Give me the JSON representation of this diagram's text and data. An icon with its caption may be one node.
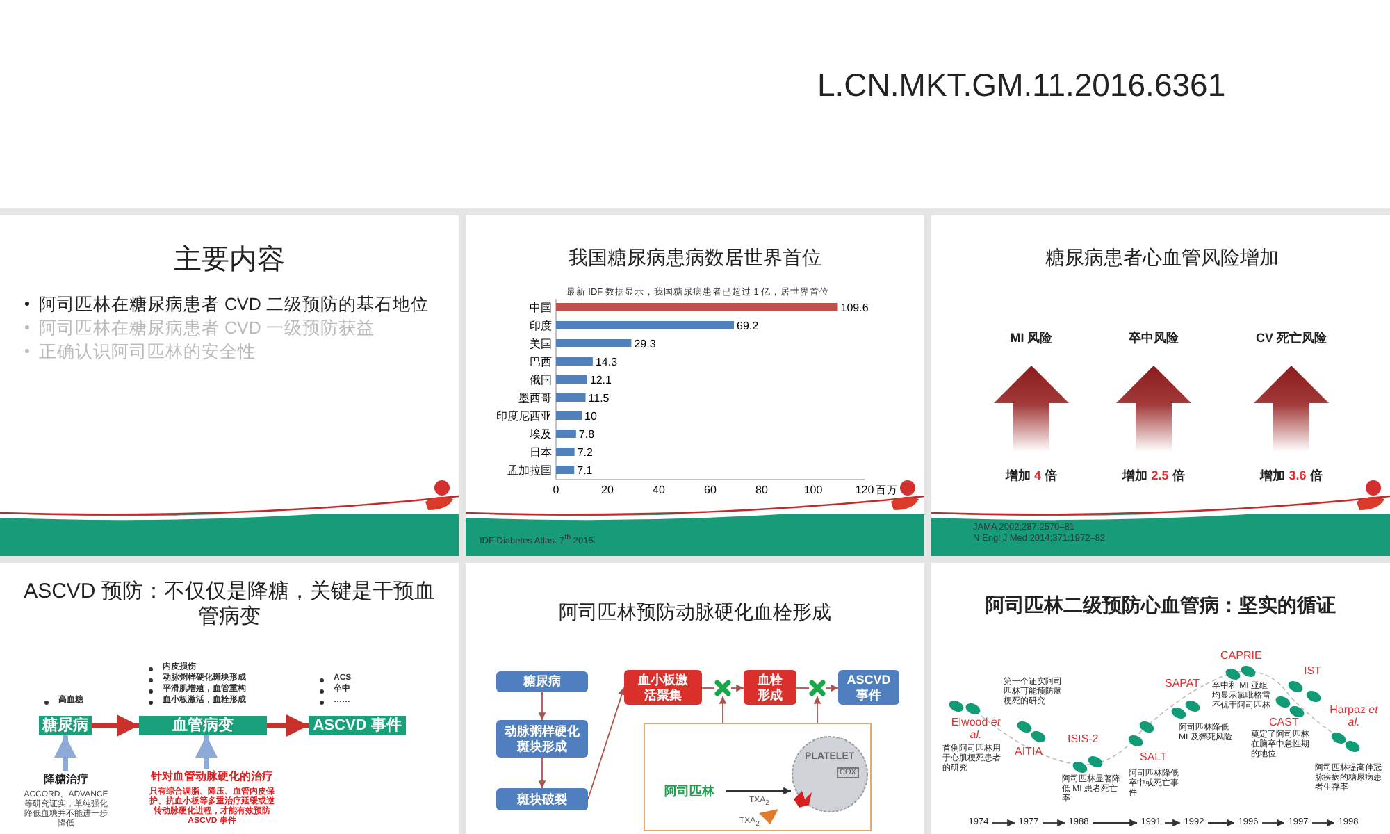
{
  "diagram": {
    "nodes": [
      {
        "text": [
          "L.CN.MKT.GM.11.2016.6361"
        ]
      },
      {
        "text": [
          "主要内容",
          "阿司匹林在糖尿病患者 CVD 二级预防的基石地位",
          "阿司匹林在糖尿病患者 CVD 一级预防获益",
          "正确认识阿司匹林的安全性"
        ]
      },
      {
        "text": [
          "我国糖尿病患病数居世界首位",
          "IDF Diabetes Atlas. 7$^{th}$ 2015."
        ]
      },
      {
        "text": [
          "糖尿病患者心血管风险增加",
          "MI 风险",
          "卒中风险",
          "CV 死亡风险",
          "增加 **4** 倍",
          "增加 **2.5** 倍",
          "增加 **3.6** 倍",
          "JAMA 2002;287:2570–81",
          "N Engl J Med 2014;371:1972–82"
        ]
      },
      {
        "text": [
          "ASCVD 预防：不仅仅是降糖，关键是干预血管病变"
        ]
      },
      {
        "text": [
          "糖尿病"
        ],
        "in": 4,
        "beside": [
          "高血糖"
        ]
      },
      {
        "text": [
          "血管病变"
        ],
        "in": 4,
        "beside": [
          "内皮损伤",
          "动脉粥样硬化斑块形成",
          "平滑肌增殖，血管重构",
          "血小板激活，血栓形成"
        ]
      },
      {
        "text": [
          "ASCVD 事件"
        ],
        "in": 4,
        "beside": [
          "ACS",
          "卒中",
          "……"
        ]
      },
      {
        "text": [
          "降糖治疗",
          "ACCORD、ADVANCE 等研究证实，单纯强化降低血糖并不能进一步降低"
        ],
        "in": 4
      },
      {
        "text": [
          "针对血管动脉硬化的治疗",
          "只有综合调脂、降压、血管内皮保护、抗血小板等多重治疗延缓或逆转动脉硬化进程，才能有效预防 ASCVD 事件"
        ],
        "in": 4
      },
      {
        "text": [
          "阿司匹林预防动脉硬化血栓形成"
        ]
      },
      {
        "text": [
          "糖尿病"
        ],
        "in": 10
      },
      {
        "text": [
          "动脉粥样硬化斑块形成"
        ],
        "in": 10
      },
      {
        "text": [
          "斑块破裂"
        ],
        "in": 10
      },
      {
        "text": [
          "血小板激活聚集"
        ],
        "in": 10
      },
      {
        "text": [],
        "shape": "cross",
        "in": 10
      },
      {
        "text": [
          "血栓形成"
        ],
        "in": 10
      },
      {
        "text": [],
        "shape": "cross",
        "in": 10
      },
      {
        "text": [
          "ASCVD 事件"
        ],
        "in": 10
      },
      {
        "text": [],
        "shape": "box",
        "in": 10
      },
      {
        "text": [
          "阿司匹林"
        ],
        "in": 19
      },
      {
        "text": [
          "PLATELET",
          "COX"
        ],
        "in": 19,
        "beside": [
          "TXA$_{2}$",
          "TXA$_{2}$"
        ]
      },
      {
        "text": [
          "阿司匹林二级预防心血管病：坚实的循证"
        ]
      },
      {
        "text": [
          "1974"
        ],
        "in": 22
      },
      {
        "text": [
          "1977"
        ],
        "in": 22
      },
      {
        "text": [
          "1988"
        ],
        "in": 22
      },
      {
        "text": [
          "1991"
        ],
        "in": 22
      },
      {
        "text": [
          "1992"
        ],
        "in": 22
      },
      {
        "text": [
          "1996"
        ],
        "in": 22
      },
      {
        "text": [
          "1997"
        ],
        "in": 22
      },
      {
        "text": [
          "1998"
        ],
        "in": 22
      }
    ],
    "edges": [
      {
        "from": 5,
        "to": 6,
        "arrow": "to",
        "style": "thick",
        "color": "#c9302c"
      },
      {
        "from": 6,
        "to": 7,
        "arrow": "to",
        "style": "thick",
        "color": "#c9302c"
      },
      {
        "from": 8,
        "to": 5,
        "arrow": "to",
        "style": "thick",
        "color": "#8eaad6"
      },
      {
        "from": 9,
        "to": 6,
        "arrow": "to",
        "style": "thick",
        "color": "#8eaad6"
      },
      {
        "from": 11,
        "to": 12,
        "arrow": "to",
        "color": "#b0524c"
      },
      {
        "from": 12,
        "to": 13,
        "arrow": "to",
        "color": "#b0524c"
      },
      {
        "from": 13,
        "to": 14,
        "arrow": "to",
        "color": "#b0524c"
      },
      {
        "from": 14,
        "to": 15,
        "arrow": "none",
        "color": "#b0524c"
      },
      {
        "from": 15,
        "to": 16,
        "arrow": "to",
        "color": "#b0524c"
      },
      {
        "from": 16,
        "to": 17,
        "arrow": "none",
        "color": "#b0524c"
      },
      {
        "from": 17,
        "to": 18,
        "arrow": "to",
        "color": "#b0524c"
      },
      {
        "from": 19,
        "to": 15,
        "arrow": "to",
        "color": "#b0524c"
      },
      {
        "from": 19,
        "to": 17,
        "arrow": "to",
        "color": "#b0524c"
      },
      {
        "from": 20,
        "to": 21,
        "arrow": "to",
        "color": "#333333"
      },
      {
        "from": 23,
        "to": 24,
        "arrow": "to",
        "color": "#333333"
      },
      {
        "from": 24,
        "to": 25,
        "arrow": "to",
        "color": "#333333"
      },
      {
        "from": 25,
        "to": 26,
        "arrow": "to",
        "color": "#333333"
      },
      {
        "from": 26,
        "to": 27,
        "arrow": "to",
        "color": "#333333"
      },
      {
        "from": 27,
        "to": 28,
        "arrow": "to",
        "color": "#333333"
      },
      {
        "from": 28,
        "to": 29,
        "arrow": "to",
        "color": "#333333"
      },
      {
        "from": 29,
        "to": 30,
        "arrow": "to",
        "color": "#333333"
      }
    ],
    "labels": [
      "Elwood *et al.*",
      "首例阿司匹林用于心肌梗死患者的研究",
      "第一个证实阿司匹林可能预防脑梗死的研究",
      "AITIA",
      "ISIS-2",
      "阿司匹林显著降低 MI 患者死亡率",
      "SALT",
      "阿司匹林降低卒中或死亡事件",
      "SAPAT",
      "阿司匹林降低 MI 及猝死风险",
      "CAPRIE",
      "卒中和 MI 亚组均显示氯吡格雷不优于阿司匹林",
      "IST",
      "CAST",
      "奠定了阿司匹林在脑卒中急性期的地位",
      "Harpaz *et al.*",
      "阿司匹林提高伴冠脉疾病的糖尿病患者生存率"
    ],
    "chart_data": {
      "type": "bar",
      "orientation": "horizontal",
      "stacked": true,
      "data_labels": true,
      "title": "最新 IDF 数据显示，我国糖尿病患者已超过 1 亿，居世界首位",
      "xlabel": "百万",
      "categories": [
        "中国",
        "印度",
        "美国",
        "巴西",
        "俄国",
        "墨西哥",
        "印度尼西亚",
        "埃及",
        "日本",
        "孟加拉国"
      ],
      "series": [
        {
          "color": "#c0504d",
          "values": [
            109.6,
            null,
            null,
            null,
            null,
            null,
            null,
            null,
            null,
            null
          ]
        },
        {
          "color": "#4f81bd",
          "values": [
            null,
            69.2,
            29.3,
            14.3,
            12.1,
            11.5,
            10,
            7.8,
            7.2,
            7.1
          ]
        }
      ],
      "xlim": [
        0,
        120
      ],
      "xticks": [
        0,
        20,
        40,
        60,
        80,
        100,
        120
      ]
    }
  }
}
